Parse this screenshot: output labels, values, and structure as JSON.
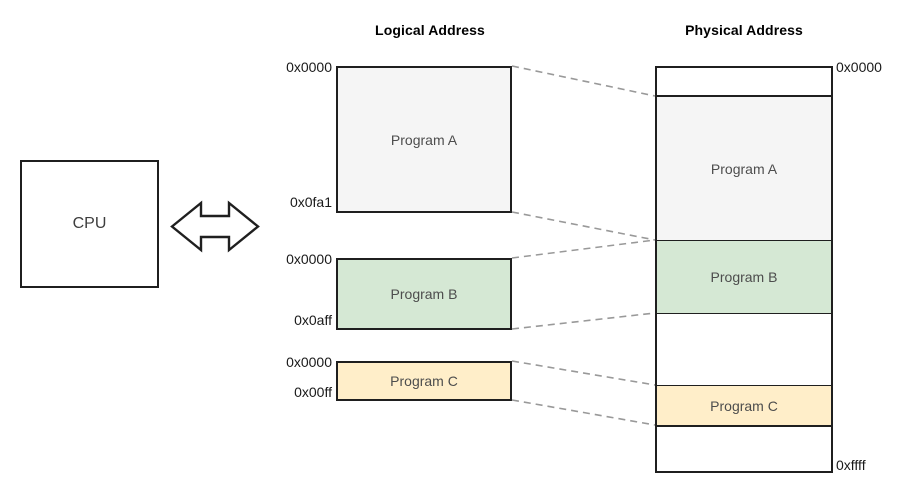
{
  "diagram": {
    "title_logical": "Logical Address",
    "title_physical": "Physical Address",
    "cpu_label": "CPU",
    "colors": {
      "program_a": "#f5f5f5",
      "program_b": "#d5e8d4",
      "program_c": "#ffeec9",
      "free": "#ffffff",
      "stroke": "#1f1f1f",
      "connector": "#999999",
      "text": "#1a1a1a",
      "label_text": "#4d4d4d"
    }
  },
  "logical": {
    "programs": [
      {
        "name": "Program A",
        "start_addr": "0x0000",
        "end_addr": "0x0fa1",
        "fill": "#f5f5f5"
      },
      {
        "name": "Program B",
        "start_addr": "0x0000",
        "end_addr": "0x0aff",
        "fill": "#d5e8d4"
      },
      {
        "name": "Program C",
        "start_addr": "0x0000",
        "end_addr": "0x00ff",
        "fill": "#ffeec9"
      }
    ]
  },
  "physical": {
    "top_addr": "0x0000",
    "bottom_addr": "0xffff",
    "segments": [
      {
        "name": "",
        "fill": "#ffffff",
        "occupied": false
      },
      {
        "name": "Program A",
        "fill": "#f5f5f5",
        "occupied": true
      },
      {
        "name": "Program B",
        "fill": "#d5e8d4",
        "occupied": true
      },
      {
        "name": "",
        "fill": "#ffffff",
        "occupied": false
      },
      {
        "name": "Program C",
        "fill": "#ffeec9",
        "occupied": true
      },
      {
        "name": "",
        "fill": "#ffffff",
        "occupied": false
      }
    ]
  }
}
